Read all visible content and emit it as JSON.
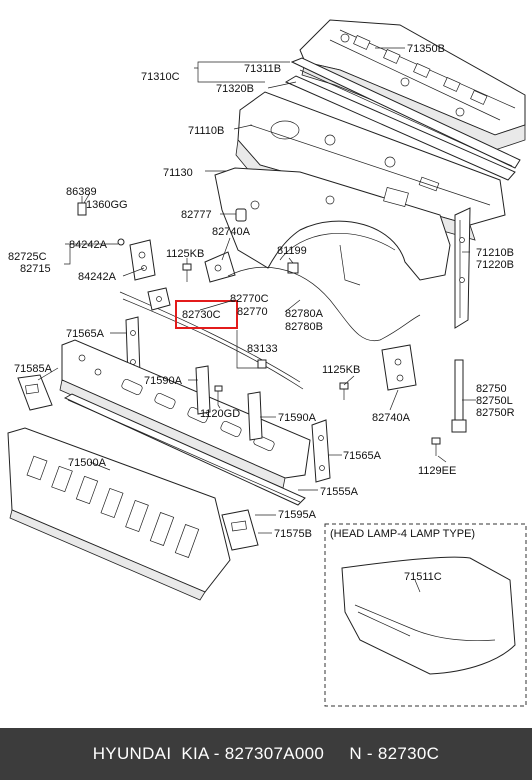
{
  "labels": {
    "l71350B": "71350B",
    "l71311B": "71311B",
    "l71310C": "71310C",
    "l71320B": "71320B",
    "l71110B": "71110B",
    "l71130": "71130",
    "l86389": "86389",
    "l1360GG": "1360GG",
    "l82777": "82777",
    "l82740A_top": "82740A",
    "l82725C": "82725C",
    "l82715": "82715",
    "l84242A_top": "84242A",
    "l84242A_bot": "84242A",
    "l1125KB_top": "1125KB",
    "l81199": "81199",
    "l71210B": "71210B",
    "l71220B": "71220B",
    "l82770C": "82770C",
    "l82770": "82770",
    "l82730C": "82730C",
    "l82780A": "82780A",
    "l82780B": "82780B",
    "l71565A_left": "71565A",
    "l83133": "83133",
    "l71585A": "71585A",
    "l71590A_left": "71590A",
    "l1125KB_bot": "1125KB",
    "l82750": "82750",
    "l82750L": "82750L",
    "l82750R": "82750R",
    "l1120GD": "1120GD",
    "l71590A_right": "71590A",
    "l82740A_bot": "82740A",
    "l71500A": "71500A",
    "l71565A_right": "71565A",
    "l1129EE": "1129EE",
    "l71555A": "71555A",
    "l71595A": "71595A",
    "l71575B": "71575B",
    "l71511C": "71511C"
  },
  "inset_title": "(HEAD LAMP-4 LAMP TYPE)",
  "highlight_color": "#e31b1b",
  "footer": {
    "brand": "HYUNDAI  KIA - 827307A000",
    "ref": "N - 82730C"
  }
}
